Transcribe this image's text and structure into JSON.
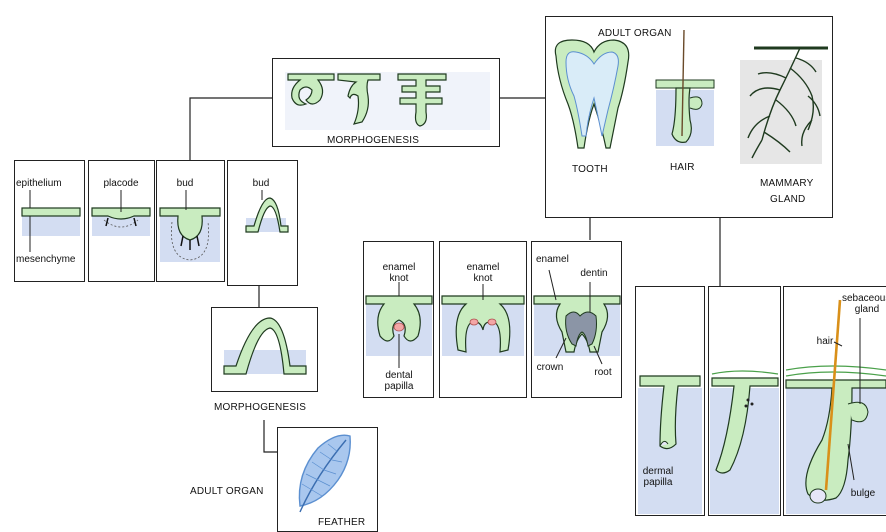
{
  "colors": {
    "epithelium_fill": "#c9ecc0",
    "epithelium_stroke": "#1f3a1f",
    "mesenchyme_fill": "#d3ddf2",
    "feather_blue": "#5b8fd0",
    "hair_orange": "#d9901a",
    "knot_pink": "#f3a6a6"
  },
  "early_stages": {
    "epithelium": "epithelium",
    "mesenchyme": "mesenchyme",
    "placode": "placode",
    "bud": "bud",
    "bud_feather": "bud"
  },
  "morphogenesis_top": "MORPHOGENESIS",
  "morphogenesis_feather": "MORPHOGENESIS",
  "adult_organ_top": "ADULT ORGAN",
  "adult_organs": {
    "tooth": "TOOTH",
    "hair": "HAIR",
    "mammary_line1": "MAMMARY",
    "mammary_line2": "GLAND"
  },
  "feather": {
    "adult_organ": "ADULT ORGAN",
    "feather": "FEATHER"
  },
  "tooth_stages": {
    "enamel_knot_1_line1": "enamel",
    "enamel_knot_1_line2": "knot",
    "dental_papilla_line1": "dental",
    "dental_papilla_line2": "papilla",
    "enamel_knot_2_line1": "enamel",
    "enamel_knot_2_line2": "knot",
    "enamel": "enamel",
    "dentin": "dentin",
    "crown": "crown",
    "root": "root"
  },
  "hair_stages": {
    "dermal_papilla_line1": "dermal",
    "dermal_papilla_line2": "papilla",
    "sebaceous_line1": "sebaceous",
    "sebaceous_line2": "gland",
    "hair": "hair",
    "bulge": "bulge"
  }
}
